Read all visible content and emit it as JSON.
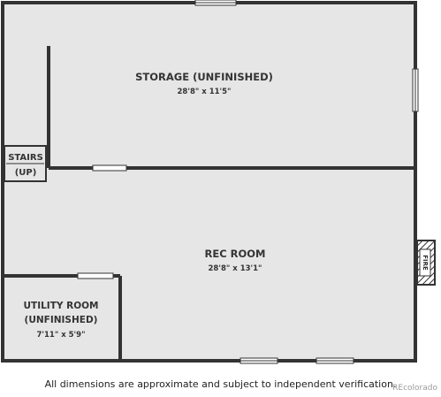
{
  "rooms": {
    "storage": {
      "name": "STORAGE (UNFINISHED)",
      "dims": "28'8\" x 11'5\""
    },
    "stairs": {
      "name_line1": "STAIRS",
      "name_line2": "(UP)"
    },
    "rec_room": {
      "name": "REC ROOM",
      "dims": "28'8\" x 13'1\""
    },
    "utility": {
      "name_line1": "UTILITY ROOM",
      "name_line2": "(UNFINISHED)",
      "dims": "7'11\" x 5'9\""
    },
    "fireplace": {
      "label": "FIRE"
    }
  },
  "footer": {
    "disclaimer": "All dimensions are approximate and subject to independent verification.",
    "watermark": "REcolorado"
  },
  "colors": {
    "floor": "#e6e6e6",
    "wall": "#333333",
    "text": "#333333"
  }
}
